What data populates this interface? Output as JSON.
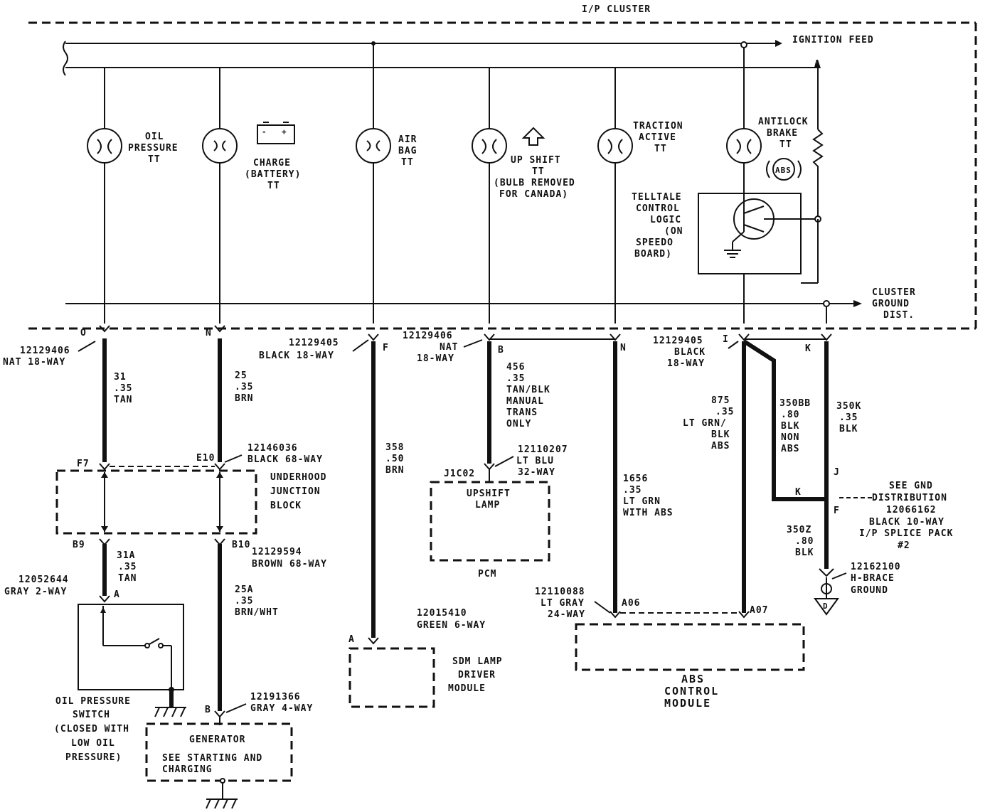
{
  "title": "I/P CLUSTER",
  "feeds": {
    "ignition": "IGNITION FEED",
    "cluster_ground": [
      "CLUSTER",
      "GROUND",
      "DIST."
    ],
    "point_a": "A"
  },
  "indicators": {
    "oil": [
      "OIL",
      "PRESSURE",
      "TT"
    ],
    "charge": [
      "CHARGE",
      "(BATTERY)",
      "TT"
    ],
    "airbag": [
      "AIR",
      "BAG",
      "TT"
    ],
    "upshift": [
      "UP SHIFT",
      "TT",
      "(BULB REMOVED",
      "FOR CANADA)"
    ],
    "traction": [
      "TRACTION",
      "ACTIVE",
      "TT"
    ],
    "abs": [
      "ANTILOCK",
      "BRAKE",
      "TT"
    ],
    "abs_symbol": "ABS",
    "logic": [
      "TELLTALE",
      "CONTROL",
      "LOGIC",
      "(ON",
      "SPEEDO",
      "BOARD)"
    ]
  },
  "connectors": {
    "c1_pin": "O",
    "c1": [
      "12129406",
      "NAT 18-WAY"
    ],
    "c2_pin": "N",
    "c3": [
      "12129405",
      "BLACK 18-WAY"
    ],
    "c3_pin": "F",
    "c4": [
      "12129406",
      "NAT",
      "18-WAY"
    ],
    "c4_pin": "B",
    "c5_pin": "N",
    "c6": [
      "12129405",
      "BLACK",
      "18-WAY"
    ],
    "c6_pin_i": "I",
    "c6_pin_k": "K"
  },
  "wires": {
    "w31": [
      "31",
      ".35",
      "TAN"
    ],
    "w25": [
      "25",
      ".35",
      "BRN"
    ],
    "w358": [
      "358",
      ".50",
      "BRN"
    ],
    "w456": [
      "456",
      ".35",
      "TAN/BLK",
      "MANUAL",
      "TRANS",
      "ONLY"
    ],
    "w1656": [
      "1656",
      ".35",
      "LT GRN",
      "WITH ABS"
    ],
    "w875": [
      "875",
      ".35",
      "LT GRN/",
      "BLK",
      "ABS"
    ],
    "w350bb": [
      "350BB",
      ".80",
      "BLK",
      "NON",
      "ABS"
    ],
    "w350k": [
      "350K",
      ".35",
      "BLK"
    ],
    "w350z": [
      "350Z",
      ".80",
      "BLK"
    ],
    "w31a": [
      "31A",
      ".35",
      "TAN"
    ],
    "w25a": [
      "25A",
      ".35",
      "BRN/WHT"
    ]
  },
  "junction": {
    "pin_f7": "F7",
    "pin_e10": "E10",
    "conn": [
      "12146036",
      "BLACK 68-WAY"
    ],
    "label": [
      "UNDERHOOD",
      "JUNCTION",
      "BLOCK"
    ],
    "pin_b9": "B9",
    "pin_b10": "B10",
    "conn2": [
      "12129594",
      "BROWN 68-WAY"
    ]
  },
  "oil_switch": {
    "conn": [
      "12052644",
      "GRAY 2-WAY"
    ],
    "pin": "A",
    "label": [
      "OIL PRESSURE",
      "SWITCH",
      "(CLOSED WITH",
      "LOW OIL",
      "PRESSURE)"
    ]
  },
  "generator": {
    "pin": "B",
    "conn": [
      "12191366",
      "GRAY 4-WAY"
    ],
    "title": "GENERATOR",
    "note": [
      "SEE STARTING AND",
      "CHARGING"
    ]
  },
  "sdm": {
    "conn": [
      "12015410",
      "GREEN 6-WAY"
    ],
    "pin": "A",
    "label": [
      "SDM LAMP",
      "DRIVER",
      "MODULE"
    ]
  },
  "pcm": {
    "conn": [
      "12110207",
      "LT BLU",
      "32-WAY"
    ],
    "pin": "J1C02",
    "box": [
      "UPSHIFT",
      "LAMP"
    ],
    "name": "PCM"
  },
  "abs_module": {
    "conn": [
      "12110088",
      "LT GRAY",
      "24-WAY"
    ],
    "pin_a06": "A06",
    "pin_a07": "A07",
    "label": [
      "ABS",
      "CONTROL",
      "MODULE"
    ]
  },
  "splice": {
    "pin_j": "J",
    "pin_k": "K",
    "pin_f": "F",
    "label": [
      "SEE GND",
      "DISTRIBUTION",
      "12066162",
      "BLACK 10-WAY",
      "I/P SPLICE PACK",
      "#2"
    ]
  },
  "ground": {
    "conn": [
      "12162100",
      "H-BRACE",
      "GROUND"
    ],
    "id": "D"
  }
}
